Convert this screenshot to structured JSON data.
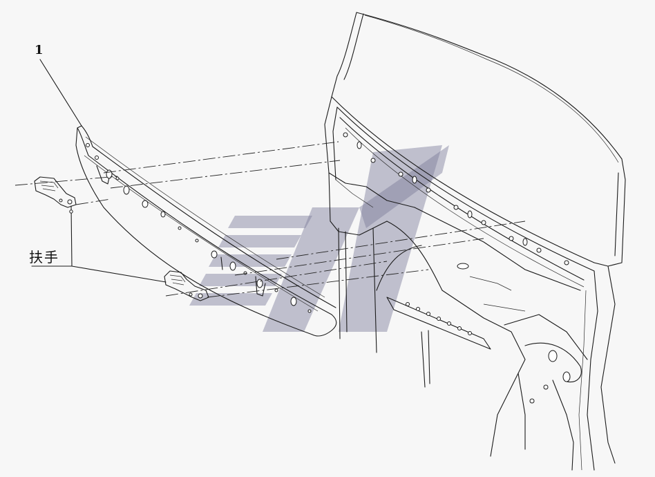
{
  "diagram": {
    "callouts": [
      {
        "id": "1",
        "text": "1"
      },
      {
        "id": "handle",
        "text": "扶手"
      }
    ],
    "colors": {
      "line": "#1a1a1a",
      "background": "#f7f7f7",
      "watermark": "#7a7a9a"
    }
  }
}
